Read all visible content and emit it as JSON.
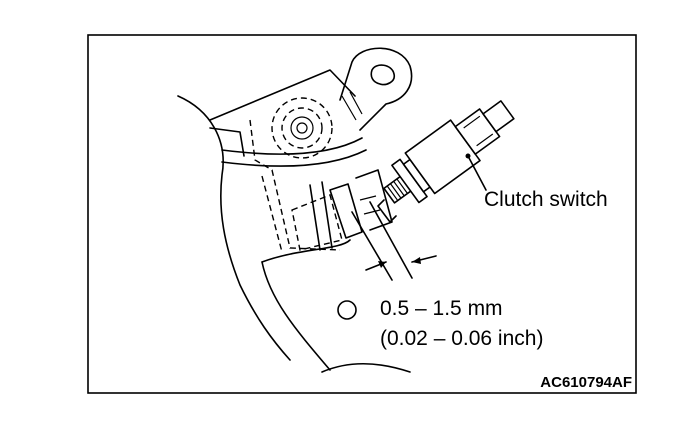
{
  "labels": {
    "component": "Clutch switch",
    "clearance_metric": "0.5 – 1.5 mm",
    "clearance_imperial": "(0.02 – 0.06 inch)",
    "figure_code": "AC610794AF"
  },
  "colors": {
    "line": "#000000",
    "background": "#ffffff"
  }
}
